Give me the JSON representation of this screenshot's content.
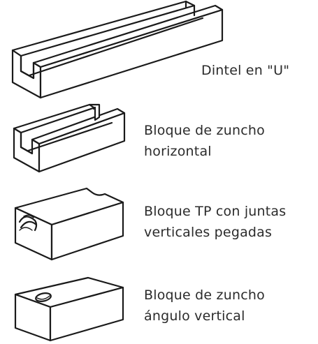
{
  "items": [
    {
      "lines": [
        "Dintel en \"U\""
      ],
      "icon": "u-lintel-block-icon"
    },
    {
      "lines": [
        "Bloque de zuncho",
        "horizontal"
      ],
      "icon": "horizontal-bond-beam-block-icon"
    },
    {
      "lines": [
        "Bloque TP con juntas",
        "verticales pegadas"
      ],
      "icon": "tp-block-glued-vertical-joints-icon"
    },
    {
      "lines": [
        "Bloque de zuncho",
        "ángulo vertical"
      ],
      "icon": "vertical-corner-bond-block-icon"
    }
  ],
  "colors": {
    "text": "#2b2b2b",
    "stroke": "#1a1a1a",
    "background": "#ffffff"
  }
}
